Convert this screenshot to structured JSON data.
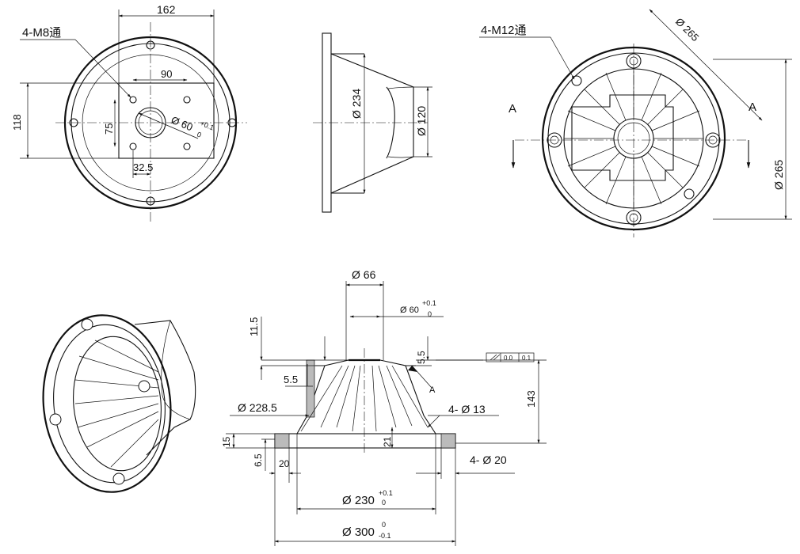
{
  "views": {
    "front": {
      "thread_callout": "4-M8通",
      "dim_width": "162",
      "dim_hole_spacing_x": "90",
      "dim_height": "118",
      "dim_hole_spacing_y": "75",
      "dim_offset": "32.5",
      "bore_diameter": "Ø 60",
      "bore_tol_upper": "+0.1",
      "bore_tol_lower": "0"
    },
    "side": {
      "dim_large_dia": "Ø 234",
      "dim_small_dia": "Ø 120"
    },
    "rear": {
      "thread_callout": "4-M12通",
      "dim_bolt_circle": "Ø 265",
      "dim_outer_dia": "Ø 265",
      "section_label_left": "A",
      "section_label_right": "A"
    },
    "section": {
      "dim_top_dia": "Ø 66",
      "dim_bore": "Ø 60",
      "dim_bore_tol_upper": "+0.1",
      "dim_bore_tol_lower": "0",
      "dim_11_5": "11.5",
      "dim_5_5_left": "5.5",
      "dim_5_5_right": "5.5",
      "dim_228_5": "Ø 228.5",
      "dim_15": "15",
      "dim_6_5": "6.5",
      "dim_20_left": "20",
      "dim_21": "21",
      "dim_holes_13": "4- Ø 13",
      "dim_holes_20": "4- Ø 20",
      "dim_height": "143",
      "datum_label": "A",
      "parallel_tol": "0.0",
      "parallel_datum": "0.1",
      "dim_230": "Ø 230",
      "dim_230_tol_upper": "+0.1",
      "dim_230_tol_lower": "0",
      "dim_300": "Ø 300",
      "dim_300_tol_upper": "0",
      "dim_300_tol_lower": "-0.1"
    }
  }
}
